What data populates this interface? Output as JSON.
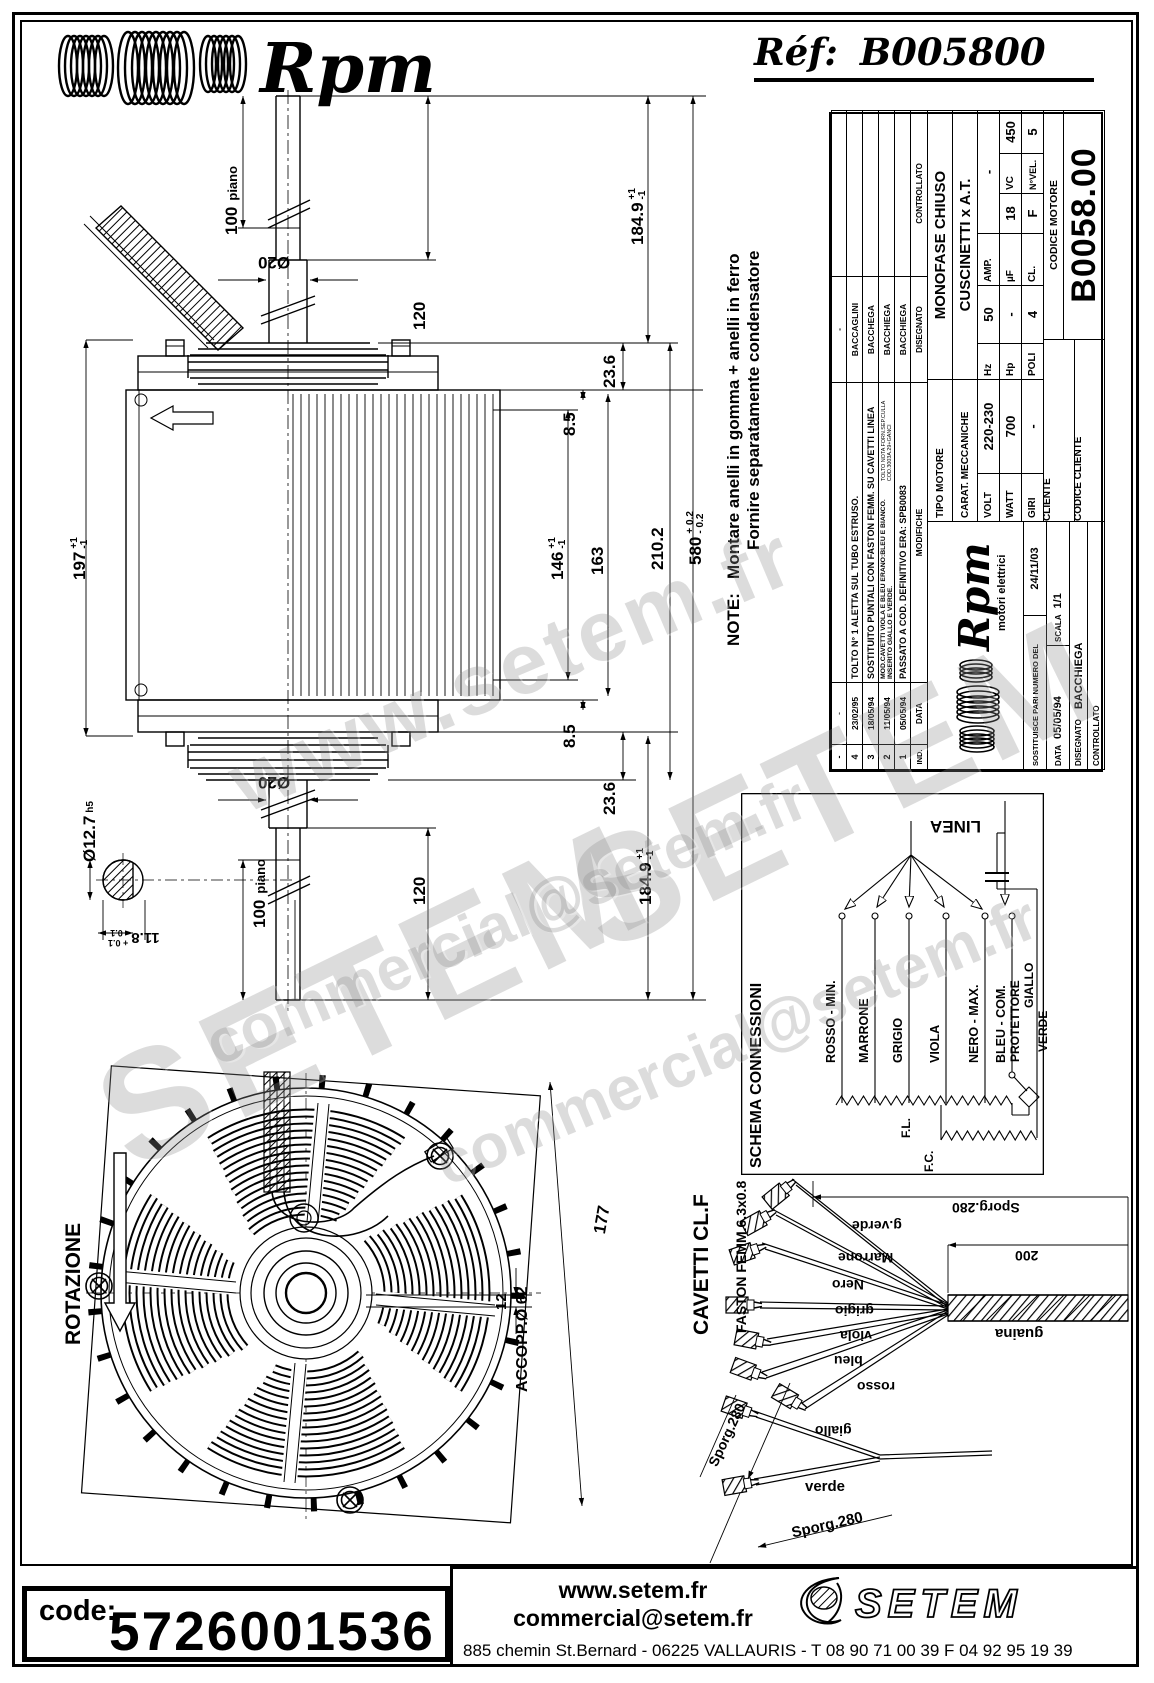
{
  "header": {
    "brand": "Rpm",
    "ref_label": "Réf:",
    "ref_value": "B005800"
  },
  "note": {
    "label": "NOTE:",
    "line1": "Montare anelli in gomma + anelli in ferro",
    "line2": "Fornire separatamente condensatore"
  },
  "title_block": {
    "logo": {
      "brand": "Rpm",
      "subtitle": "motori elettrici"
    },
    "revisions": {
      "col_ind": "IND.",
      "col_data": "DATA",
      "col_mod": "MODIFICHE",
      "col_dis": "DISEGNATO",
      "col_con": "CONTROLLATO",
      "rows": [
        {
          "ind": "-",
          "date": "-",
          "mod": "",
          "note": "",
          "dis": "-",
          "con": ""
        },
        {
          "ind": "4",
          "date": "23/02/95",
          "mod": "TOLTO N° 1 ALETTA SUL TUBO ESTRUSO.",
          "note": "",
          "dis": "BACCAGLINI",
          "con": ""
        },
        {
          "ind": "3",
          "date": "18/05/94",
          "mod": "SOSTITUITO PUNTALI CON FASTON FEMM. SU CAVETTI LINEA",
          "note": "",
          "dis": "BACCHEGA",
          "con": ""
        },
        {
          "ind": "2",
          "date": "11/05/94",
          "mod": "MOD.CAVETTI VIOLA E BLEU ERANO:BLEU E BIANCO. INSERITO GIALLO E VERDE.",
          "note": "TOLTO NOTA FORN.SEP.CULLA COD.3003A.29+GANCI",
          "dis": "BACCHIEGA",
          "con": ""
        },
        {
          "ind": "1",
          "date": "05/05/94",
          "mod": "PASSATO A COD. DEFINITIVO ERA: SPB0083",
          "note": "",
          "dis": "BACCHIEGA",
          "con": ""
        }
      ]
    },
    "specs": {
      "tipo_label": "TIPO MOTORE",
      "tipo": "MONOFASE CHIUSO",
      "carat_label": "CARAT. MECCANICHE",
      "carat": "CUSCINETTI x A.T.",
      "volt_label": "VOLT",
      "volt": "220-230",
      "hz_label": "Hz",
      "hz": "50",
      "amp_label": "AMP.",
      "amp": "-",
      "watt_label": "WATT",
      "watt": "700",
      "hp_label": "Hp",
      "hp": "-",
      "uf_label": "µF",
      "uf": "18",
      "vc_label": "VC",
      "vc": "450",
      "giri_label": "GIRI",
      "giri": "-",
      "poli_label": "POLI",
      "poli": "4",
      "cl_label": "CL.",
      "cl": "F",
      "nvel_label": "N°VEL.",
      "nvel": "5"
    },
    "cliente_label": "CLIENTE",
    "codice_motore_label": "CODICE MOTORE",
    "codice_motore": "B0058.00",
    "codice_cliente_label": "CODICE CLIENTE",
    "sostituisce_label": "SOSTITUISCE PARI NUMERO DEL",
    "sostituisce_date": "24/11/03",
    "data_label": "DATA",
    "data_value": "05/05/94",
    "scala_label": "SCALA",
    "scala": "1/1",
    "disegnato_label": "DISEGNATO",
    "disegnato": "BACCHIEGA",
    "controllato_label": "CONTROLLATO"
  },
  "side_view": {
    "d100_top": "100",
    "piano_top": "piano",
    "d120_top": "120",
    "d20_top": "Ø20",
    "d236_top": "23.6",
    "d85_top": "8.5",
    "d1849_top": "184.9",
    "tp1": "+1",
    "tm1": "-1",
    "d197": "197",
    "d146": "146",
    "d163": "163",
    "d2102": "210.2",
    "d580": "580",
    "t02p": "+ 0.2",
    "t02m": "- 0.2",
    "d85_bot": "8.5",
    "d236_bot": "23.6",
    "d1849_bot": "184.9",
    "d120_bot": "120",
    "d100_bot": "100",
    "piano_bot": "piano",
    "d20_bot": "Ø20",
    "d127": "Ø12.7",
    "h5": "h5",
    "d118": "11.8",
    "t01p": "+ 0.1",
    "t01m": "- 0.1"
  },
  "front_view": {
    "rotazione": "ROTAZIONE",
    "dim12": "12",
    "accopp": "ACCOPP.Ø 62",
    "dim177": "177"
  },
  "schema": {
    "title": "SCHEMA CONNESSIONI",
    "linea": "LINEA",
    "w1": "ROSSO - MIN.",
    "w2": "MARRONE",
    "w3": "GRIGIO",
    "w4": "VIOLA",
    "w5": "NERO - MAX.",
    "w6": "BLEU - COM.",
    "protettore": "PROTETTORE",
    "giallo": "GIALLO",
    "verde": "VERDE",
    "fl": "F.L.",
    "fc": "F.C."
  },
  "cavetti": {
    "title": "CAVETTI CL.F",
    "faston": "FASTON FEMM.6.3x0.8",
    "w1": "g.verde",
    "w2": "Marrone",
    "w3": "Nero",
    "w4": "grigio",
    "w5": "viola",
    "w6": "bleu",
    "w7": "rosso",
    "guaina": "guaina",
    "sporg1": "Sporg.280",
    "len200": "200",
    "giallo": "giallo",
    "verde": "verde",
    "sporg2": "Sporg.280",
    "sporg3": "Sporg.280"
  },
  "footer": {
    "code_label": "code:",
    "code_value": "5726001536",
    "website": "www.setem.fr",
    "email": "commercial@setem.fr",
    "address": "885 chemin St.Bernard  -  06225 VALLAURIS  -  T 08 90 71 00 39   F 04 92 95 19 39",
    "logo_text": "SETEM"
  },
  "watermarks": {
    "site": "www.setem.fr",
    "brand": "SETEM",
    "email": "commercial@setem.fr"
  }
}
